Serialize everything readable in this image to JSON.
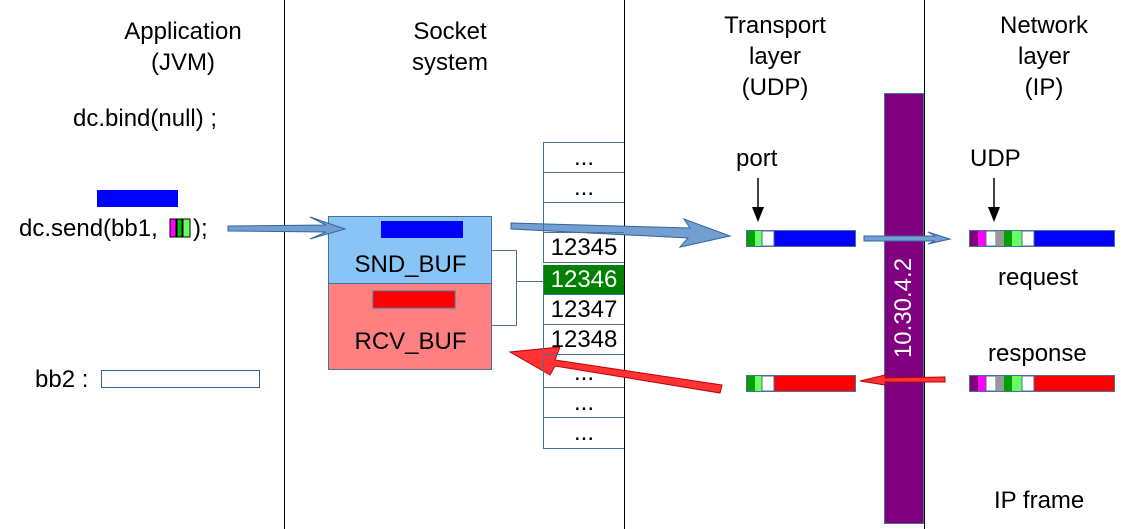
{
  "columns": {
    "application": [
      "Application",
      "(JVM)"
    ],
    "socket": [
      "Socket",
      "system"
    ],
    "transport": [
      "Transport",
      "layer",
      "(UDP)"
    ],
    "network": [
      "Network",
      "layer",
      "(IP)"
    ]
  },
  "code": {
    "bind": "dc.bind(null) ;",
    "send_prefix": "dc.send(bb1,",
    "send_suffix": ");",
    "bb2": "bb2 :"
  },
  "buffers": {
    "snd": "SND_BUF",
    "rcv": "RCV_BUF"
  },
  "ports": [
    "...",
    "...",
    "",
    "12345",
    "12346",
    "12347",
    "12348",
    "...",
    "...",
    "..."
  ],
  "highlighted_port": "12346",
  "labels": {
    "port": "port",
    "udp": "UDP",
    "request": "request",
    "response": "response",
    "ip_address": "10.30.4.2",
    "ip_frame": "IP frame"
  },
  "colors": {
    "data_blue": "#0000ff",
    "data_red": "#ff0000",
    "snd_buf_bg": "#88c4f5",
    "rcv_buf_bg": "#ff8080",
    "port_highlight": "#008000",
    "ip_bar": "#800080",
    "arrow_blue": "#729fcf",
    "arrow_red": "#ff3333",
    "magenta": "#ff00ff",
    "green": "#00c000"
  }
}
